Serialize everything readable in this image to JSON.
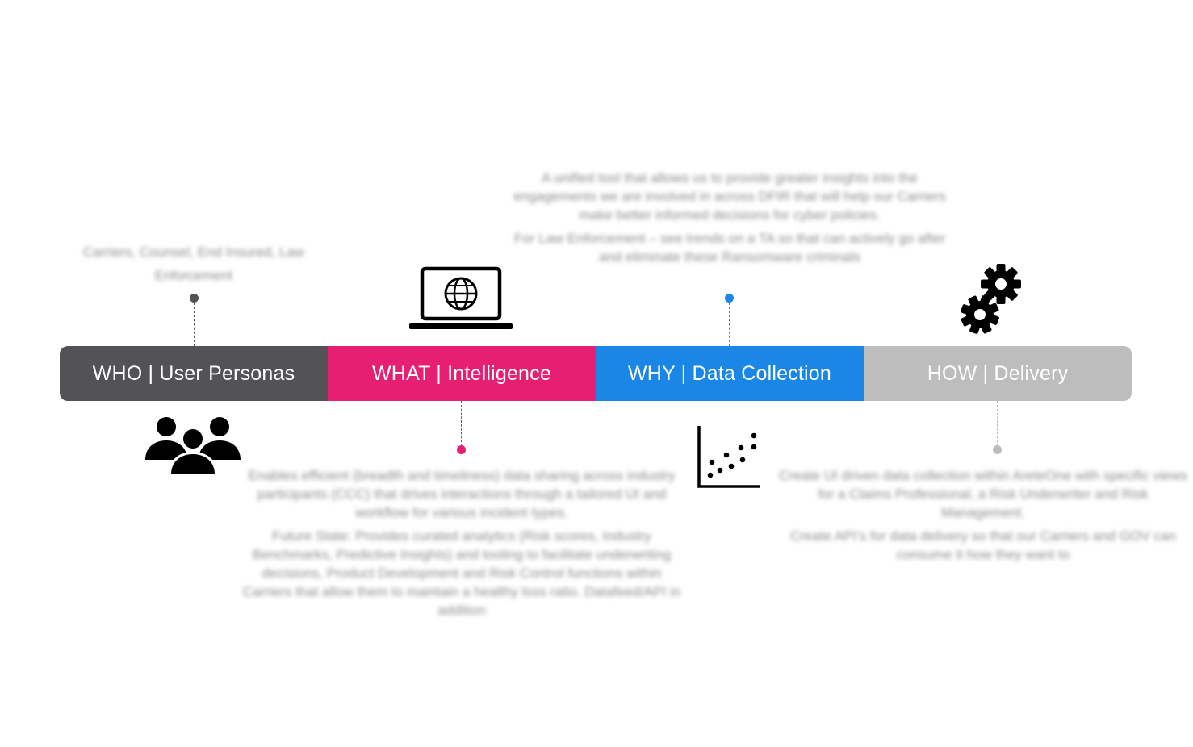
{
  "segments": [
    {
      "id": "who",
      "label": "WHO | User Personas"
    },
    {
      "id": "what",
      "label": "WHAT | Intelligence"
    },
    {
      "id": "why",
      "label": "WHY | Data Collection"
    },
    {
      "id": "how",
      "label": "HOW | Delivery"
    }
  ],
  "descriptions": {
    "who": [
      "Carriers, Counsel, End Insured, Law Enforcement"
    ],
    "what": [
      "Enables efficient (breadth and timeliness) data sharing across industry participants (CCC) that drives interactions through a tailored UI and workflow for various incident types.",
      "Future State:  Provides curated analytics (Risk scores, Industry Benchmarks, Predictive Insights) and tooling to facilitate underwriting decisions, Product Development and Risk Control functions within Carriers that allow them to maintain a healthy loss ratio.  Datafeed/API in addition"
    ],
    "why": [
      "A unified tool that allows us to provide greater insights into the engagements we are involved in across DFIR that will help our Carriers make better informed decisions for cyber policies.",
      "For Law Enforcement – see trends on a TA so that can actively go after and eliminate these Ransomware criminals"
    ],
    "how": [
      "Create UI driven data collection within AreteOne with specific views for a Claims Professional, a Risk Underwriter and Risk Management.",
      "Create API’s for data delivery so that our Carriers and GOV can consume it how they want to"
    ]
  },
  "icons": {
    "who": "people-group-icon",
    "what": "laptop-globe-icon",
    "why": "scatter-chart-icon",
    "how": "gears-icon"
  },
  "colors": {
    "who": "#535357",
    "what": "#e61f73",
    "why": "#1a87e6",
    "how": "#bdbdbd"
  }
}
